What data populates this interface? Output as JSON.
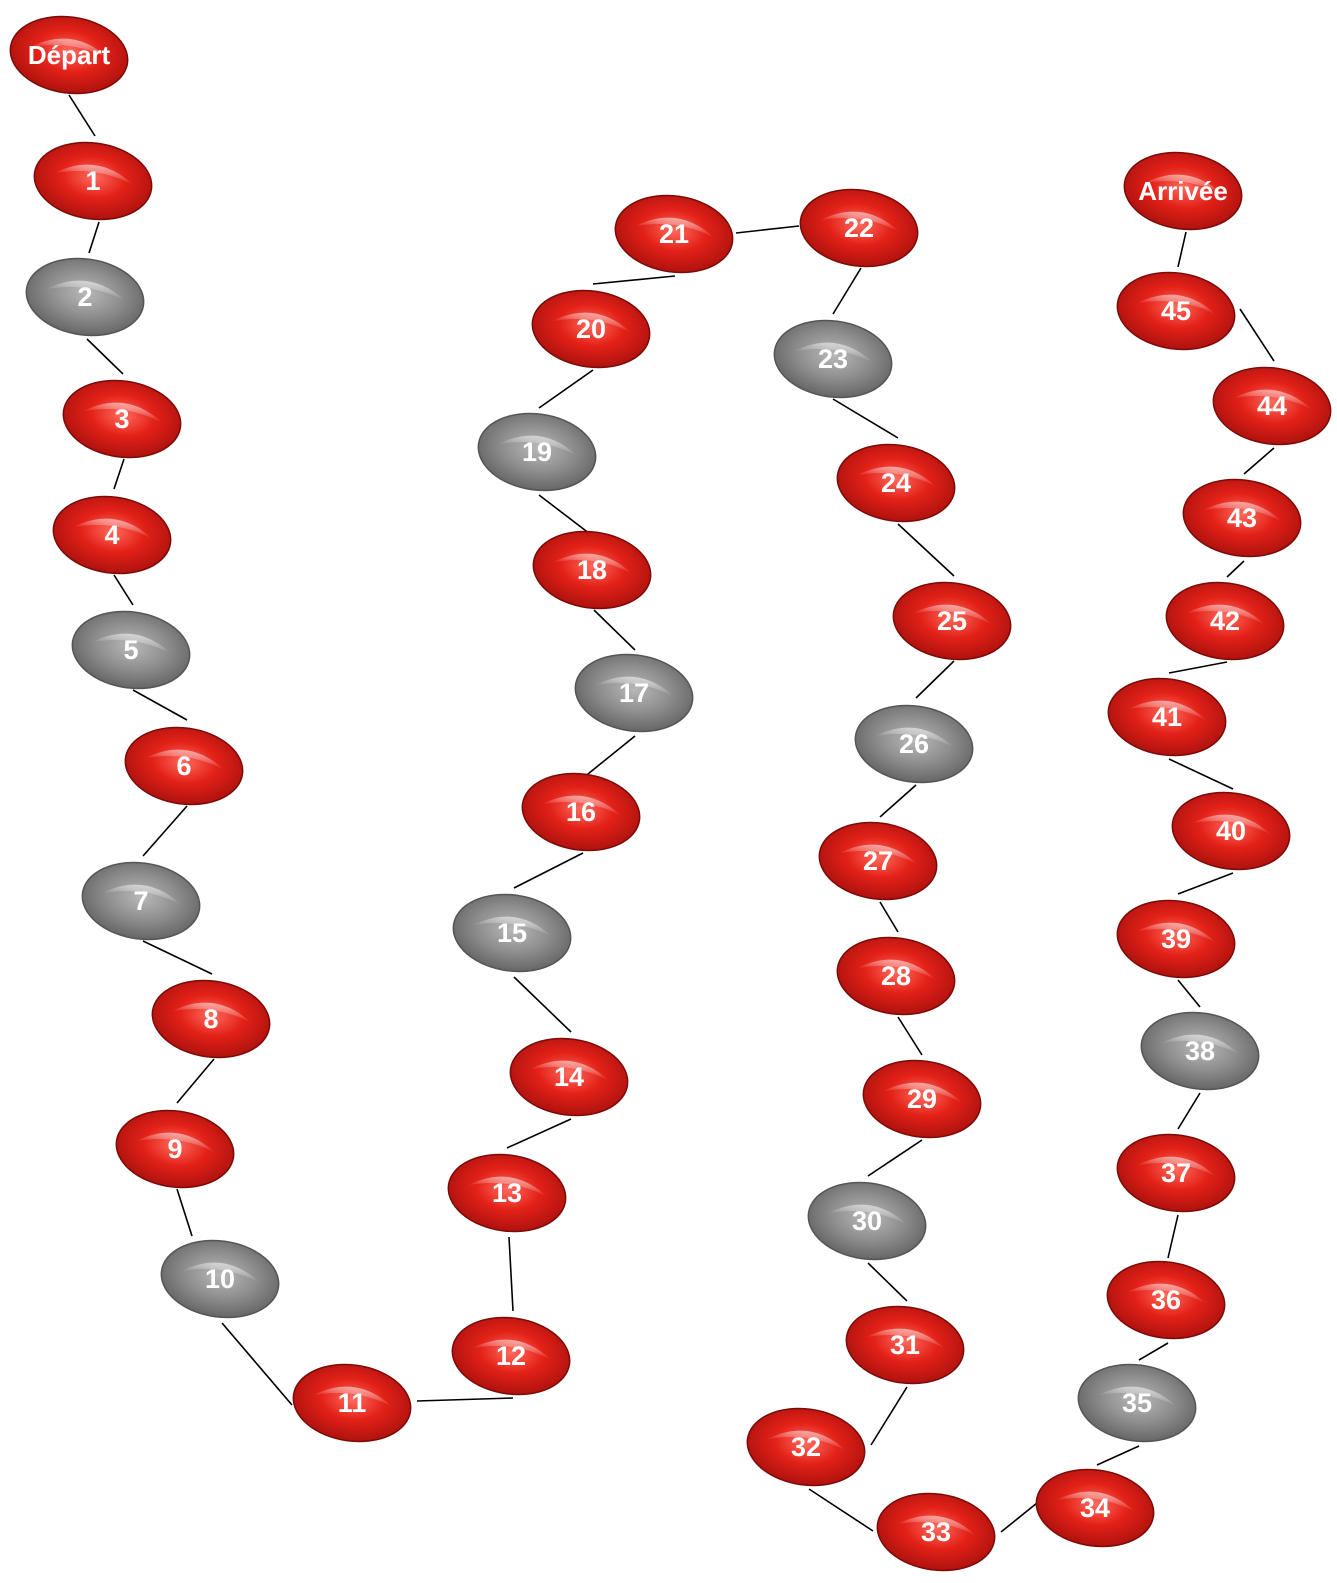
{
  "board": {
    "colors": {
      "red": "#d7191c",
      "gray": "#8a8a8a",
      "text": "#ffffff",
      "line": "#000000"
    },
    "cells": [
      {
        "label": "Départ",
        "kind": "red"
      },
      {
        "label": "1",
        "kind": "red"
      },
      {
        "label": "2",
        "kind": "gray"
      },
      {
        "label": "3",
        "kind": "red"
      },
      {
        "label": "4",
        "kind": "red"
      },
      {
        "label": "5",
        "kind": "gray"
      },
      {
        "label": "6",
        "kind": "red"
      },
      {
        "label": "7",
        "kind": "gray"
      },
      {
        "label": "8",
        "kind": "red"
      },
      {
        "label": "9",
        "kind": "red"
      },
      {
        "label": "10",
        "kind": "gray"
      },
      {
        "label": "11",
        "kind": "red"
      },
      {
        "label": "12",
        "kind": "red"
      },
      {
        "label": "13",
        "kind": "red"
      },
      {
        "label": "14",
        "kind": "red"
      },
      {
        "label": "15",
        "kind": "gray"
      },
      {
        "label": "16",
        "kind": "red"
      },
      {
        "label": "17",
        "kind": "gray"
      },
      {
        "label": "18",
        "kind": "red"
      },
      {
        "label": "19",
        "kind": "gray"
      },
      {
        "label": "20",
        "kind": "red"
      },
      {
        "label": "21",
        "kind": "red"
      },
      {
        "label": "22",
        "kind": "red"
      },
      {
        "label": "23",
        "kind": "gray"
      },
      {
        "label": "24",
        "kind": "red"
      },
      {
        "label": "25",
        "kind": "red"
      },
      {
        "label": "26",
        "kind": "gray"
      },
      {
        "label": "27",
        "kind": "red"
      },
      {
        "label": "28",
        "kind": "red"
      },
      {
        "label": "29",
        "kind": "red"
      },
      {
        "label": "30",
        "kind": "gray"
      },
      {
        "label": "31",
        "kind": "red"
      },
      {
        "label": "32",
        "kind": "red"
      },
      {
        "label": "33",
        "kind": "red"
      },
      {
        "label": "34",
        "kind": "red"
      },
      {
        "label": "35",
        "kind": "gray"
      },
      {
        "label": "36",
        "kind": "red"
      },
      {
        "label": "37",
        "kind": "red"
      },
      {
        "label": "38",
        "kind": "gray"
      },
      {
        "label": "39",
        "kind": "red"
      },
      {
        "label": "40",
        "kind": "red"
      },
      {
        "label": "41",
        "kind": "red"
      },
      {
        "label": "42",
        "kind": "red"
      },
      {
        "label": "43",
        "kind": "red"
      },
      {
        "label": "44",
        "kind": "red"
      },
      {
        "label": "45",
        "kind": "red"
      },
      {
        "label": "Arrivée",
        "kind": "red"
      }
    ]
  }
}
